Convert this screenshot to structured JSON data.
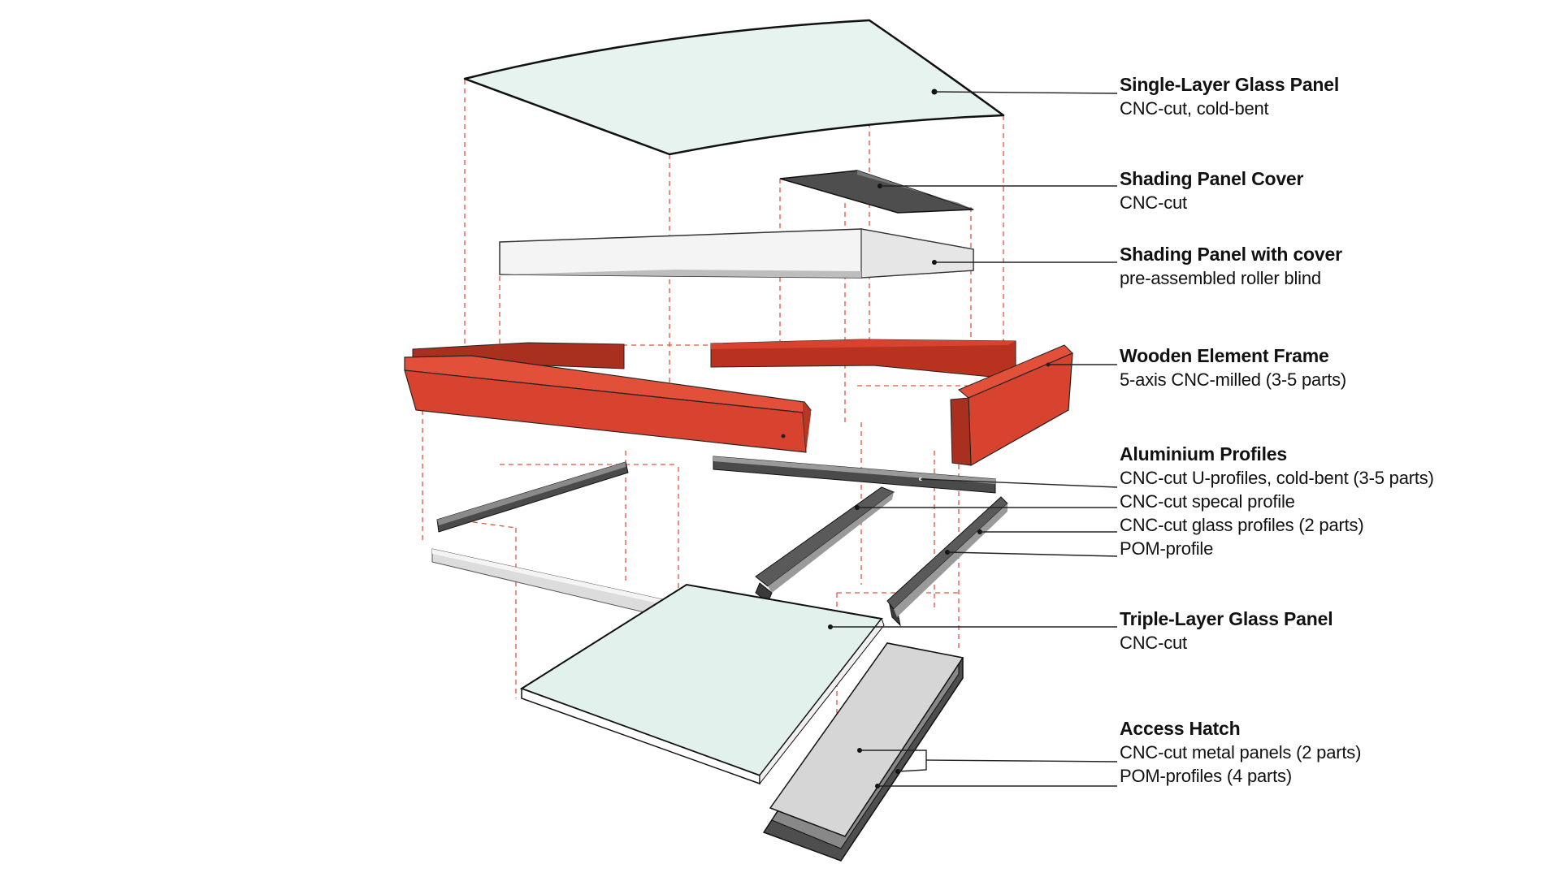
{
  "colors": {
    "glass_fill": "#e6f3ee",
    "wood_fill": "#d8432f",
    "wood_dark": "#a9301f",
    "shading_cover_fill": "#555555",
    "shading_panel_fill": "#f2f2f2",
    "aluminium_dark": "#4a4a4a",
    "aluminium_light": "#d9d9d9",
    "guide_line": "#e0533f",
    "leader_line": "#222222"
  },
  "labels": [
    {
      "title": "Single-Layer Glass Panel",
      "lines": [
        "CNC-cut, cold-bent"
      ]
    },
    {
      "title": "Shading Panel Cover",
      "lines": [
        "CNC-cut"
      ]
    },
    {
      "title": "Shading Panel with cover",
      "lines": [
        "pre-assembled roller blind"
      ]
    },
    {
      "title": "Wooden Element Frame",
      "lines": [
        "5-axis CNC-milled (3-5 parts)"
      ]
    },
    {
      "title": "Aluminium Profiles",
      "lines": [
        "CNC-cut U-profiles, cold-bent (3-5 parts)",
        "CNC-cut specal profile",
        "CNC-cut glass profiles (2 parts)",
        "POM-profile"
      ]
    },
    {
      "title": "Triple-Layer Glass Panel",
      "lines": [
        "CNC-cut"
      ]
    },
    {
      "title": "Access Hatch",
      "lines": [
        "CNC-cut metal panels (2 parts)",
        "POM-profiles (4 parts)"
      ]
    }
  ]
}
